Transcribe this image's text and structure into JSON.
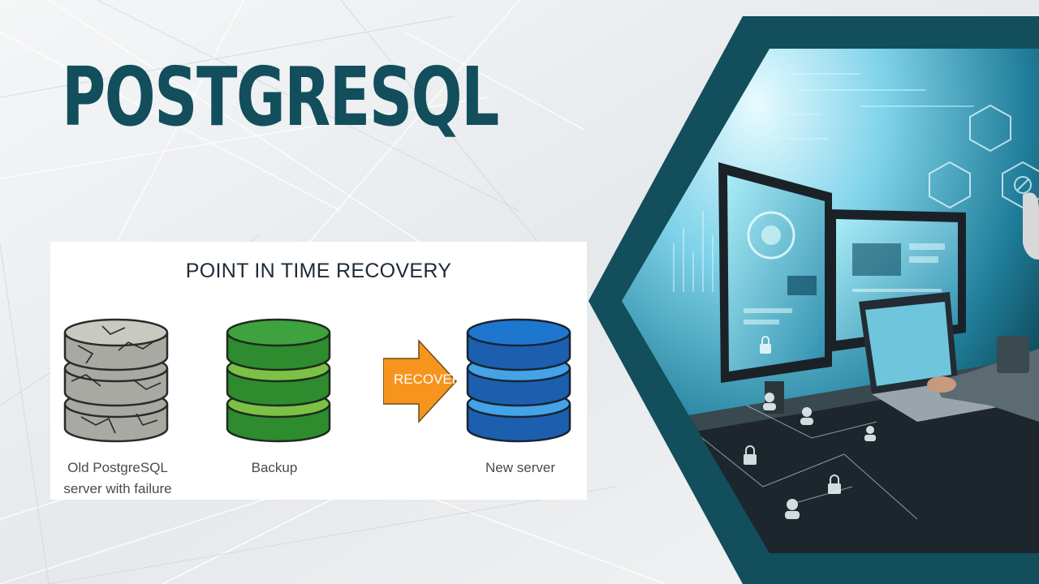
{
  "page": {
    "title": "POSTGRESQL"
  },
  "colors": {
    "title": "#124e5c",
    "frame": "#124e5c",
    "arrow": "#f7941d",
    "failed_db": "#a8a9a2",
    "backup_db": "#2e8b2e",
    "new_db": "#1d77cf"
  },
  "diagram": {
    "title": "POINT IN TIME RECOVERY",
    "arrow_label": "RECOVER",
    "nodes": [
      {
        "id": "old",
        "caption_lines": [
          "Old PostgreSQL",
          "server with failure"
        ],
        "state": "failure"
      },
      {
        "id": "backup",
        "caption_lines": [
          "Backup"
        ],
        "state": "backup"
      },
      {
        "id": "new",
        "caption_lines": [
          "New server"
        ],
        "state": "new"
      }
    ]
  },
  "photo": {
    "icons": [
      "lock-icon",
      "user-icon",
      "hexagon-icon",
      "chart-icon"
    ]
  }
}
